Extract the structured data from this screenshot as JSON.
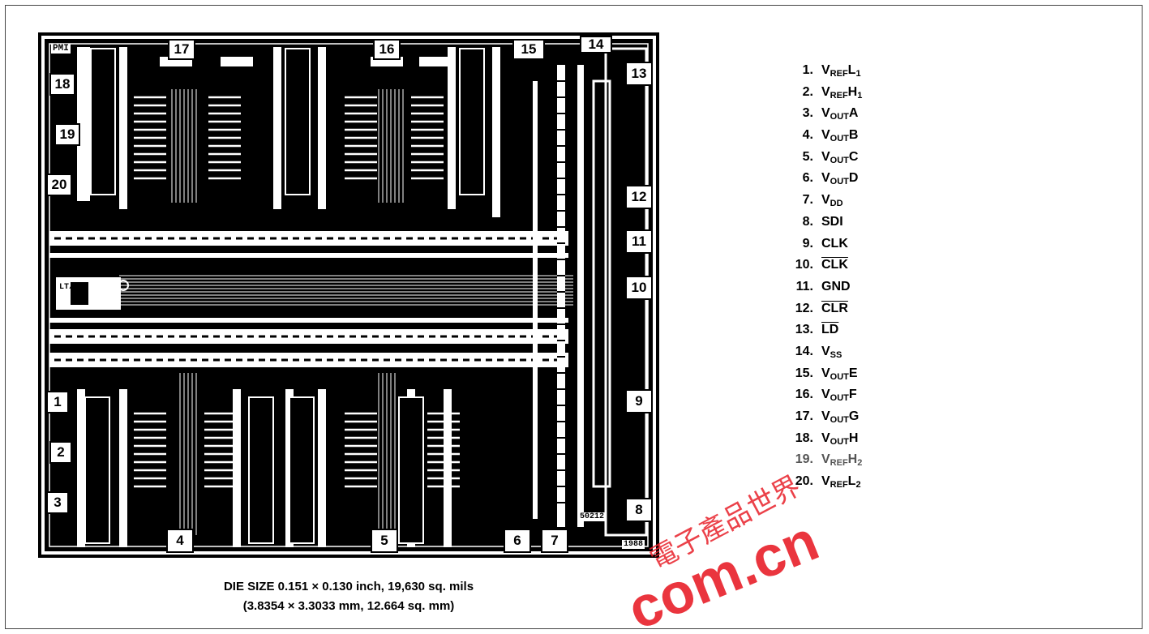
{
  "die": {
    "corner_tl": "PMI",
    "corner_br": "1988",
    "marking": "50212",
    "logo": "LT/PC",
    "pads": [
      {
        "id": "pad-17",
        "label": "17"
      },
      {
        "id": "pad-16",
        "label": "16"
      },
      {
        "id": "pad-15",
        "label": "15"
      },
      {
        "id": "pad-14",
        "label": "14"
      },
      {
        "id": "pad-13",
        "label": "13"
      },
      {
        "id": "pad-12",
        "label": "12"
      },
      {
        "id": "pad-11",
        "label": "11"
      },
      {
        "id": "pad-10",
        "label": "10"
      },
      {
        "id": "pad-9",
        "label": "9"
      },
      {
        "id": "pad-8",
        "label": "8"
      },
      {
        "id": "pad-7",
        "label": "7"
      },
      {
        "id": "pad-6",
        "label": "6"
      },
      {
        "id": "pad-5",
        "label": "5"
      },
      {
        "id": "pad-4",
        "label": "4"
      },
      {
        "id": "pad-3",
        "label": "3"
      },
      {
        "id": "pad-2",
        "label": "2"
      },
      {
        "id": "pad-1",
        "label": "1"
      },
      {
        "id": "pad-18",
        "label": "18"
      },
      {
        "id": "pad-19",
        "label": "19"
      },
      {
        "id": "pad-20",
        "label": "20"
      }
    ]
  },
  "pins": [
    {
      "num": "1.",
      "base": "V",
      "sub": "REF",
      "tail": "L",
      "sub2": "1"
    },
    {
      "num": "2.",
      "base": "V",
      "sub": "REF",
      "tail": "H",
      "sub2": "1"
    },
    {
      "num": "3.",
      "base": "V",
      "sub": "OUT",
      "tail": "A",
      "sub2": ""
    },
    {
      "num": "4.",
      "base": "V",
      "sub": "OUT",
      "tail": "B",
      "sub2": ""
    },
    {
      "num": "5.",
      "base": "V",
      "sub": "OUT",
      "tail": "C",
      "sub2": ""
    },
    {
      "num": "6.",
      "base": "V",
      "sub": "OUT",
      "tail": "D",
      "sub2": ""
    },
    {
      "num": "7.",
      "base": "V",
      "sub": "DD",
      "tail": "",
      "sub2": ""
    },
    {
      "num": "8.",
      "base": "SDI",
      "sub": "",
      "tail": "",
      "sub2": ""
    },
    {
      "num": "9.",
      "base": "CLK",
      "sub": "",
      "tail": "",
      "sub2": ""
    },
    {
      "num": "10.",
      "base": "CLK",
      "sub": "",
      "tail": "",
      "sub2": "",
      "overline": true
    },
    {
      "num": "11.",
      "base": "GND",
      "sub": "",
      "tail": "",
      "sub2": ""
    },
    {
      "num": "12.",
      "base": "CLR",
      "sub": "",
      "tail": "",
      "sub2": "",
      "overline": true
    },
    {
      "num": "13.",
      "base": "LD",
      "sub": "",
      "tail": "",
      "sub2": "",
      "overline": true
    },
    {
      "num": "14.",
      "base": "V",
      "sub": "SS",
      "tail": "",
      "sub2": ""
    },
    {
      "num": "15.",
      "base": "V",
      "sub": "OUT",
      "tail": "E",
      "sub2": ""
    },
    {
      "num": "16.",
      "base": "V",
      "sub": "OUT",
      "tail": "F",
      "sub2": ""
    },
    {
      "num": "17.",
      "base": "V",
      "sub": "OUT",
      "tail": "G",
      "sub2": ""
    },
    {
      "num": "18.",
      "base": "V",
      "sub": "OUT",
      "tail": "H",
      "sub2": ""
    },
    {
      "num": "19.",
      "base": "V",
      "sub": "REF",
      "tail": "H",
      "sub2": "2",
      "faint": true
    },
    {
      "num": "20.",
      "base": "V",
      "sub": "REF",
      "tail": "L",
      "sub2": "2"
    }
  ],
  "caption": {
    "line1": "DIE SIZE 0.151 × 0.130 inch, 19,630 sq. mils",
    "line2": "(3.8354 × 3.3033 mm, 12.664 sq. mm)"
  },
  "watermark": {
    "text_cn": "電子產品世界",
    "text_url": "com.cn",
    "color": "#e8202a"
  }
}
